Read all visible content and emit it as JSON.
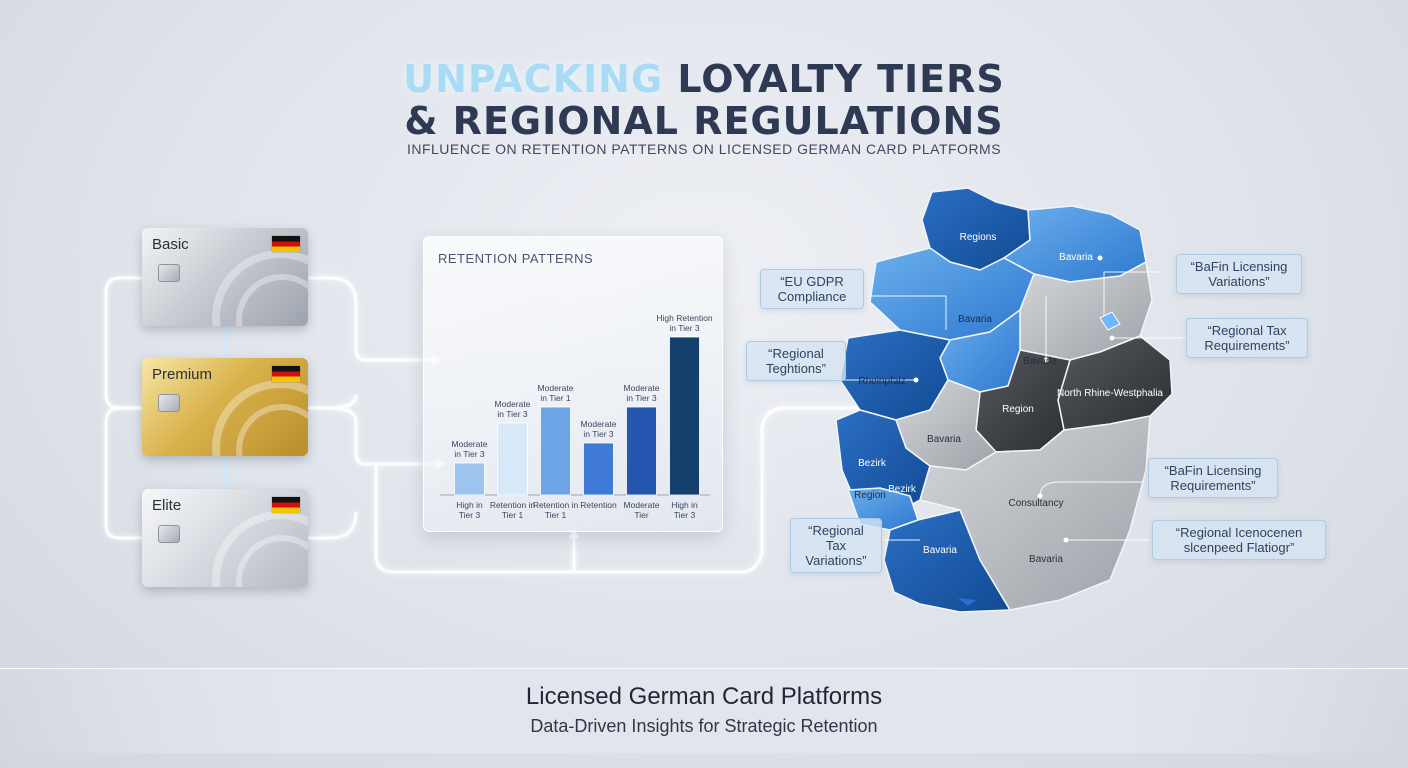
{
  "header": {
    "title_accent": "UNPACKING",
    "title_rest": "LOYALTY TIERS",
    "title_line2": "& REGIONAL REGULATIONS",
    "subtitle": "INFLUENCE ON RETENTION PATTERNS ON LICENSED GERMAN CARD PLATFORMS"
  },
  "cards": [
    {
      "label": "Basic",
      "icon": "germany-flag-icon"
    },
    {
      "label": "Premium",
      "icon": "germany-flag-icon"
    },
    {
      "label": "Elite",
      "icon": "germany-flag-icon"
    }
  ],
  "chart_data": {
    "type": "bar",
    "title": "RETENTION PATTERNS",
    "categories": [
      "High in Tier 3",
      "Retention in Tier 1",
      "Retention in Tier 1",
      "Retention",
      "Moderate Tier",
      "High in Tier 3"
    ],
    "values": [
      16,
      36,
      44,
      26,
      44,
      79
    ],
    "bar_labels": [
      "Moderate in Tier 3",
      "Moderate in Tier 3",
      "Moderate in Tier 1",
      "Moderate in Tier 3",
      "Moderate in Tier 3",
      "High Retention in Tier 3"
    ],
    "bar_colors": [
      "#9cc4ee",
      "#d7e8f8",
      "#6da4e6",
      "#3f7ad6",
      "#2657b0",
      "#15406e"
    ],
    "ylim": [
      0,
      100
    ]
  },
  "map": {
    "region_labels": [
      "Regions",
      "Bavaria",
      "Bavaria",
      "Bavaria",
      "Region",
      "Rheinpfalz",
      "North Rhine-Westphalia",
      "Bavaria",
      "Bezirk",
      "Region",
      "Bavaria",
      "Consultancy",
      "Bavaria",
      "Bezirk"
    ]
  },
  "callouts": {
    "gdpr": "“EU GDPR Compliance",
    "regional_left": "“Regional Teghtions”",
    "tax_left": "“Regional Tax Variations”",
    "bafin_var": "“BaFin Licensing Variations”",
    "tax_right": "“Regional Tax Requirements”",
    "bafin_req": "“BaFin Licensing Requirements”",
    "regional_right": "“Regional Icenocenen slcenpeed Flatiogr”"
  },
  "footer": {
    "title": "Licensed German Card Platforms",
    "subtitle": "Data-Driven Insights for Strategic Retention"
  },
  "colors": {
    "accent": "#a9dcf4",
    "map_dark_blue": "#1f5fb5",
    "map_mid_blue": "#3f86d8",
    "map_grey": "#b5b8bd",
    "map_dark": "#3d3f44",
    "glow": "#cfe9ff"
  }
}
